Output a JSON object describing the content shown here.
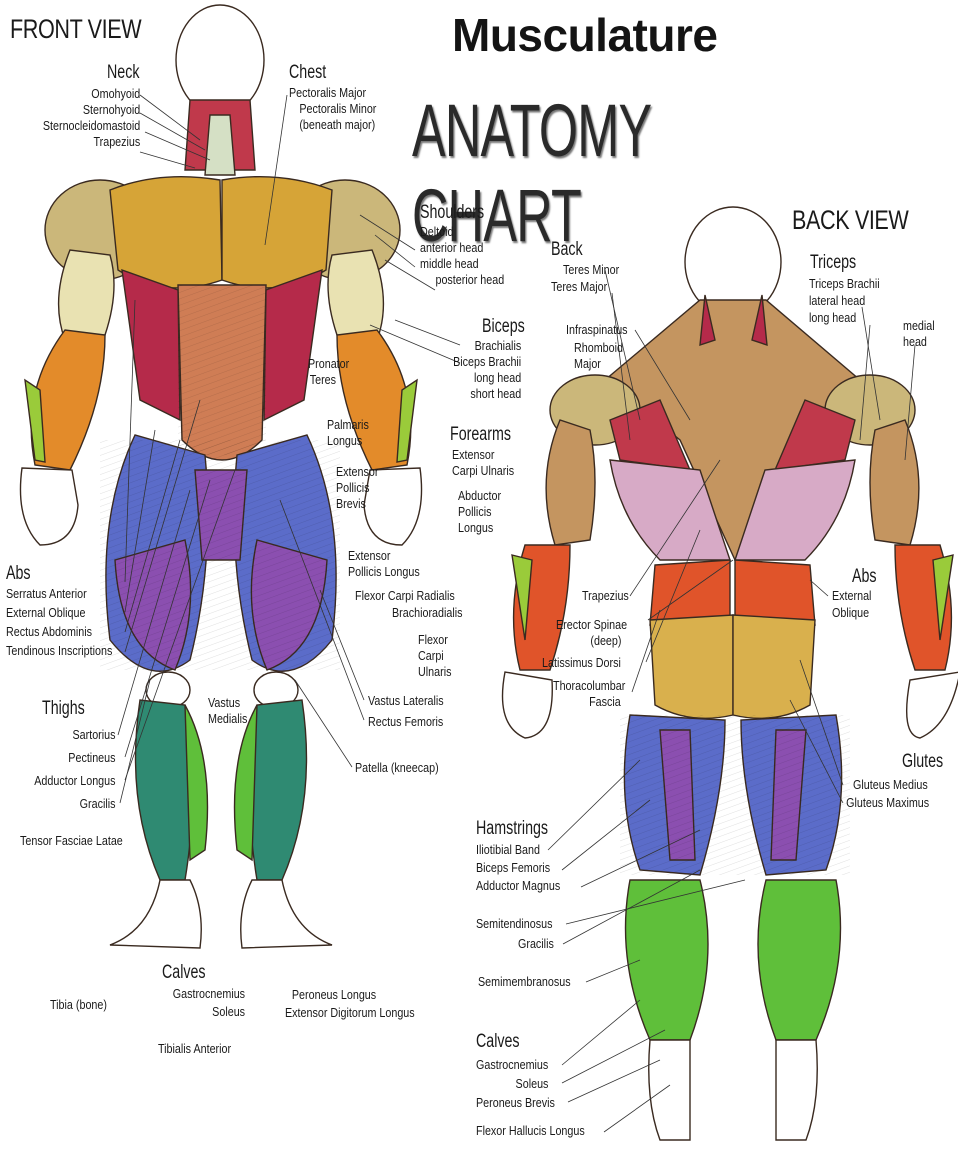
{
  "title_top": "Musculature",
  "title_main": "ANATOMY CHART",
  "front": {
    "view_title": "FRONT VIEW",
    "neck": {
      "heading": "Neck",
      "items": [
        "Omohyoid",
        "Sternohyoid",
        "Sternocleidomastoid",
        "Trapezius"
      ]
    },
    "chest": {
      "heading": "Chest",
      "items": [
        "Pectoralis Major",
        "Pectoralis Minor",
        "(beneath major)"
      ]
    },
    "shoulders": {
      "heading": "Shoulders",
      "items": [
        "Deltoid",
        "anterior head",
        "middle head",
        "posterior head"
      ]
    },
    "biceps": {
      "heading": "Biceps",
      "items": [
        "Brachialis",
        "Biceps Brachii",
        "long head",
        "short head"
      ]
    },
    "pronator": [
      "Pronator",
      "Teres"
    ],
    "palmaris": [
      "Palmaris",
      "Longus"
    ],
    "forearms": {
      "heading": "Forearms",
      "items": [
        "Extensor",
        "Carpi Ulnaris"
      ]
    },
    "abductor": [
      "Abductor",
      "Pollicis",
      "Longus"
    ],
    "extensor_brevis": [
      "Extensor",
      "Pollicis",
      "Brevis"
    ],
    "extensor_longus": [
      "Extensor",
      "Pollicis Longus"
    ],
    "flexor_radialis": "Flexor Carpi Radialis",
    "brachioradialis": "Brachioradialis",
    "flexor_ulnaris": [
      "Flexor",
      "Carpi",
      "Ulnaris"
    ],
    "abs": {
      "heading": "Abs",
      "items": [
        "Serratus Anterior",
        "External Oblique",
        "Rectus Abdominis",
        "Tendinous Inscriptions"
      ]
    },
    "thighs": {
      "heading": "Thighs",
      "items": [
        "Sartorius",
        "Pectineus",
        "Adductor Longus",
        "Gracilis"
      ]
    },
    "tensor": "Tensor Fasciae Latae",
    "vastus_medialis": [
      "Vastus",
      "Medialis"
    ],
    "vastus_lateralis": "Vastus Lateralis",
    "rectus_femoris": "Rectus Femoris",
    "patella": "Patella (kneecap)",
    "calves": {
      "heading": "Calves",
      "items": [
        "Gastrocnemius",
        "Soleus"
      ]
    },
    "tibia": "Tibia (bone)",
    "tibialis": "Tibialis Anterior",
    "peroneus": [
      "Peroneus Longus",
      "Extensor Digitorum Longus"
    ]
  },
  "back": {
    "view_title": "BACK VIEW",
    "back_group": {
      "heading": "Back",
      "items": [
        "Teres Minor",
        "Teres Major"
      ]
    },
    "infraspinatus": "Infraspinatus",
    "rhomboid": [
      "Rhomboid",
      "Major"
    ],
    "triceps": {
      "heading": "Triceps",
      "items": [
        "Triceps Brachii",
        "lateral head",
        "long head"
      ]
    },
    "medial": [
      "medial",
      "head"
    ],
    "trapezius": "Trapezius",
    "erector": [
      "Erector Spinae",
      "(deep)"
    ],
    "latissimus": "Latissimus Dorsi",
    "thoracolumbar": [
      "Thoracolumbar",
      "Fascia"
    ],
    "abs": {
      "heading": "Abs",
      "items": [
        "External",
        "Oblique"
      ]
    },
    "glutes": {
      "heading": "Glutes",
      "items": [
        "Gluteus Medius",
        "Gluteus Maximus"
      ]
    },
    "hamstrings": {
      "heading": "Hamstrings",
      "items": [
        "Iliotibial Band",
        "Biceps Femoris",
        "Adductor Magnus"
      ]
    },
    "semitendinosus": "Semitendinosus",
    "gracilis": "Gracilis",
    "semimembranosus": "Semimembranosus",
    "calves": {
      "heading": "Calves",
      "items": [
        "Gastrocnemius",
        "Soleus",
        "Peroneus Brevis",
        "Flexor Hallucis Longus"
      ]
    }
  },
  "colors": {
    "pectoral": "#d6a437",
    "deltoid": "#cbb77a",
    "biceps": "#e9e2b2",
    "abs_rectus": "#cf7d55",
    "oblique": "#b52a4a",
    "forearm": "#e38b2a",
    "thigh_blue": "#5b6cc9",
    "thigh_purple": "#8b4fb0",
    "calf_green": "#3c9a4a",
    "trapezius_back": "#c49560",
    "latissimus": "#d7aac6",
    "gluteus": "#d9b04d",
    "skin": "#ffffff"
  }
}
